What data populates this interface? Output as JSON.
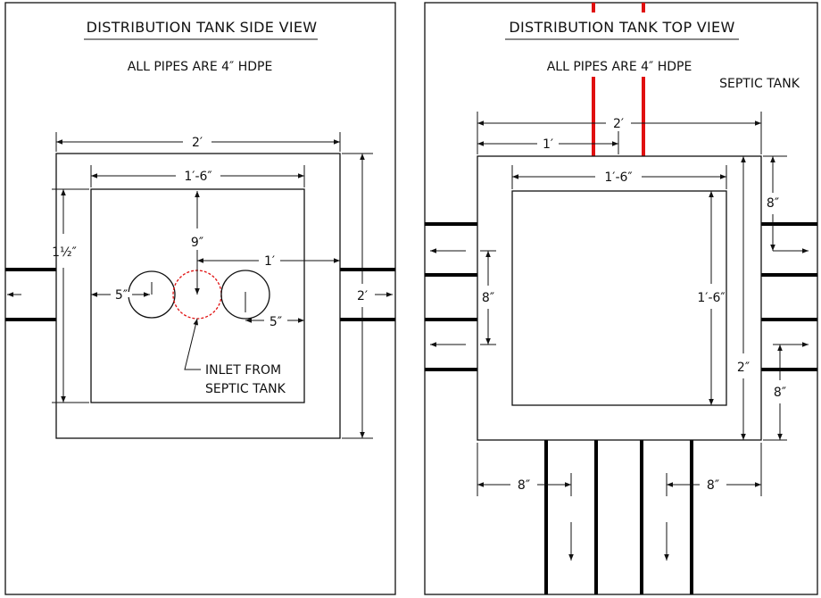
{
  "side_view": {
    "title": "DISTRIBUTION TANK SIDE VIEW",
    "note": "ALL PIPES ARE 4″ HDPE",
    "dim_outer_width": "2′",
    "dim_inner_width": "1′-6″",
    "dim_inner_height": "1½″",
    "dim_outer_height": "2′",
    "dim_inlet_depth": "9″",
    "dim_outlet_span": "1′",
    "dim_left_offset": "5″",
    "dim_right_offset": "5″",
    "inlet_label_line1": "INLET FROM",
    "inlet_label_line2": "SEPTIC TANK"
  },
  "top_view": {
    "title": "DISTRIBUTION TANK TOP VIEW",
    "note": "ALL PIPES ARE 4″ HDPE",
    "source_label": "SEPTIC TANK",
    "dim_outer_width": "2′",
    "dim_half_width": "1′",
    "dim_inner_width": "1′-6″",
    "dim_left_pipe_spacing": "8″",
    "dim_inner_height": "1′-6″",
    "dim_outer_height": "2″",
    "dim_right_top": "8″",
    "dim_right_bottom": "8″",
    "dim_bottom_left": "8″",
    "dim_bottom_right": "8″"
  },
  "colors": {
    "inlet_pipe": "#e01010",
    "linework": "#111111"
  }
}
